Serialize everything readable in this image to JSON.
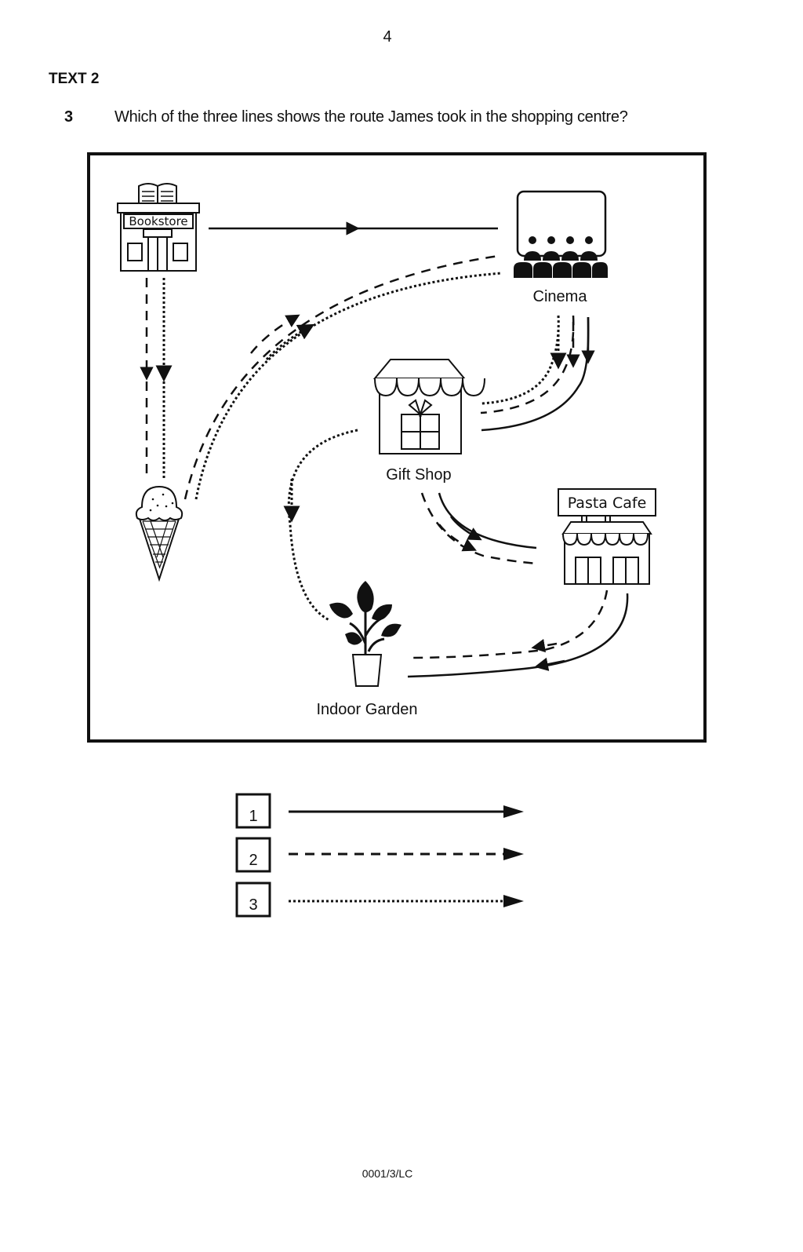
{
  "page": {
    "number": "4",
    "section": "TEXT 2",
    "footer_code": "0001/3/LC"
  },
  "question": {
    "number": "3",
    "text": "Which of the three lines shows the route James took in the shopping centre?"
  },
  "map": {
    "locations": {
      "bookstore": {
        "label": "Bookstore",
        "icon": "bookstore-icon"
      },
      "cinema": {
        "label": "Cinema",
        "icon": "cinema-icon"
      },
      "gift_shop": {
        "label": "Gift Shop",
        "icon": "gift-shop-icon"
      },
      "pasta_cafe": {
        "label": "Pasta Cafe",
        "icon": "pasta-cafe-icon"
      },
      "indoor_garden": {
        "label": "Indoor Garden",
        "icon": "potted-plant-icon"
      },
      "ice_cream": {
        "label": "",
        "icon": "ice-cream-icon"
      }
    },
    "routes": [
      {
        "id": 1,
        "style": "solid",
        "path": [
          "Bookstore",
          "Cinema",
          "Gift Shop",
          "Pasta Cafe",
          "Indoor Garden"
        ]
      },
      {
        "id": 2,
        "style": "dashed",
        "path": [
          "Bookstore",
          "Ice Cream",
          "Cinema",
          "Gift Shop",
          "Pasta Cafe",
          "Indoor Garden"
        ]
      },
      {
        "id": 3,
        "style": "dotted",
        "path": [
          "Bookstore",
          "Ice Cream",
          "Cinema",
          "Gift Shop",
          "Indoor Garden"
        ]
      }
    ]
  },
  "legend": [
    {
      "number": "1",
      "style": "solid"
    },
    {
      "number": "2",
      "style": "dashed"
    },
    {
      "number": "3",
      "style": "dotted"
    }
  ]
}
